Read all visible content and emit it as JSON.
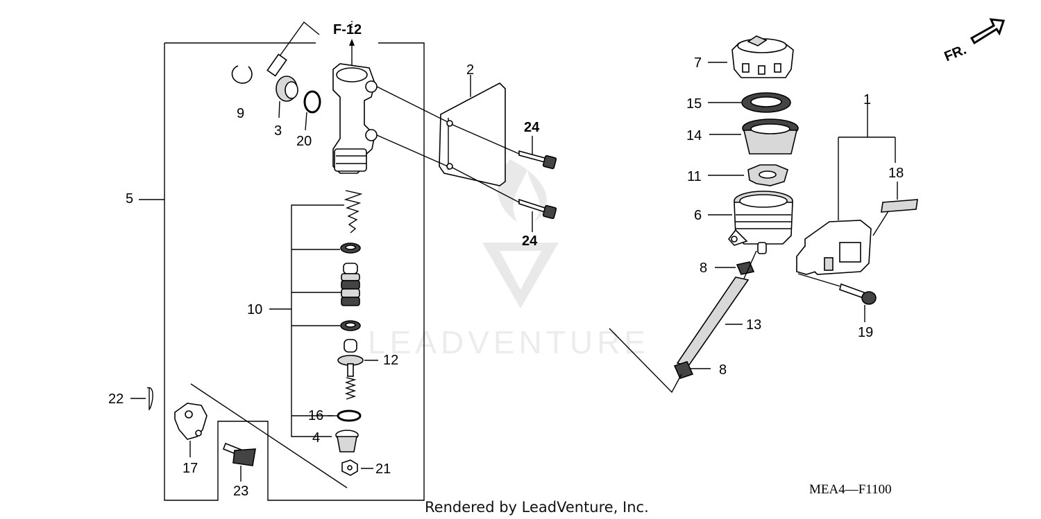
{
  "diagram": {
    "section_ref": "F-12",
    "direction_label": "FR.",
    "diagram_code": "MEA4—F1100",
    "watermark_text": "LEADVENTURE",
    "credit": "Rendered by LeadVenture, Inc."
  },
  "callouts": {
    "c1": "1",
    "c2": "2",
    "c3": "3",
    "c4": "4",
    "c5": "5",
    "c6": "6",
    "c7": "7",
    "c8a": "8",
    "c8b": "8",
    "c9": "9",
    "c10": "10",
    "c11": "11",
    "c12": "12",
    "c13": "13",
    "c14": "14",
    "c15": "15",
    "c16": "16",
    "c17": "17",
    "c18": "18",
    "c19": "19",
    "c20": "20",
    "c21": "21",
    "c22": "22",
    "c23": "23",
    "c24a": "24",
    "c24b": "24"
  }
}
